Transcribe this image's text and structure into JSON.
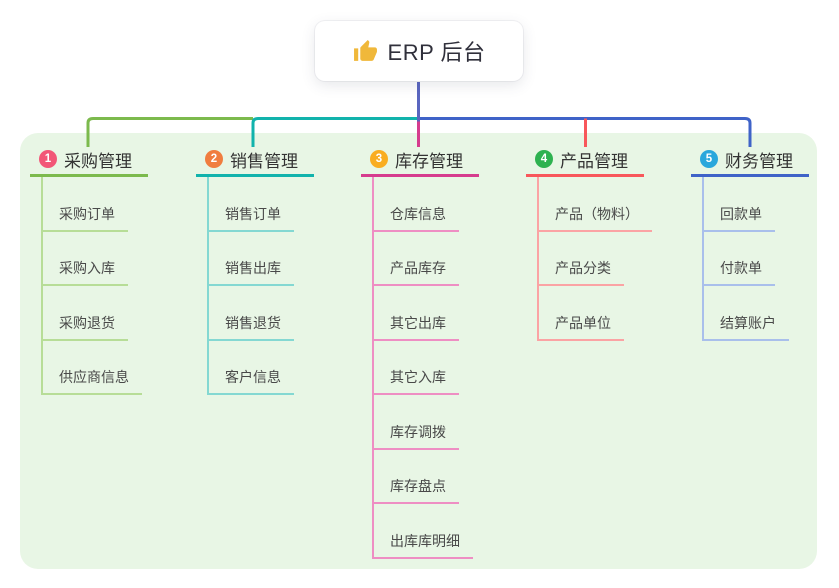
{
  "root": {
    "label": "ERP 后台",
    "icon": "thumbs-up-icon",
    "icon_color": "#f0b83a"
  },
  "canvas": {
    "page_background": "#ffffff",
    "panel_background": "#e8f6e5",
    "stem_color": "#5a66c0"
  },
  "branches": [
    {
      "index": "1",
      "label": "采购管理",
      "badge_color": "#f25677",
      "line_color": "#7cba4d",
      "child_line_color": "#b7dd97",
      "children": [
        "采购订单",
        "采购入库",
        "采购退货",
        "供应商信息"
      ]
    },
    {
      "index": "2",
      "label": "销售管理",
      "badge_color": "#f07d3f",
      "line_color": "#11b3ac",
      "child_line_color": "#84d8d2",
      "children": [
        "销售订单",
        "销售出库",
        "销售退货",
        "客户信息"
      ]
    },
    {
      "index": "3",
      "label": "库存管理",
      "badge_color": "#f9ad21",
      "line_color": "#d63c8e",
      "child_line_color": "#ee8ec3",
      "children": [
        "仓库信息",
        "产品库存",
        "其它出库",
        "其它入库",
        "库存调拨",
        "库存盘点",
        "出库库明细"
      ]
    },
    {
      "index": "4",
      "label": "产品管理",
      "badge_color": "#2eb250",
      "line_color": "#f8575b",
      "child_line_color": "#fba3a4",
      "children": [
        "产品（物料）",
        "产品分类",
        "产品单位"
      ]
    },
    {
      "index": "5",
      "label": "财务管理",
      "badge_color": "#2aa7dc",
      "line_color": "#3f63c8",
      "child_line_color": "#a9bfeb",
      "children": [
        "回款单",
        "付款单",
        "结算账户"
      ]
    }
  ]
}
